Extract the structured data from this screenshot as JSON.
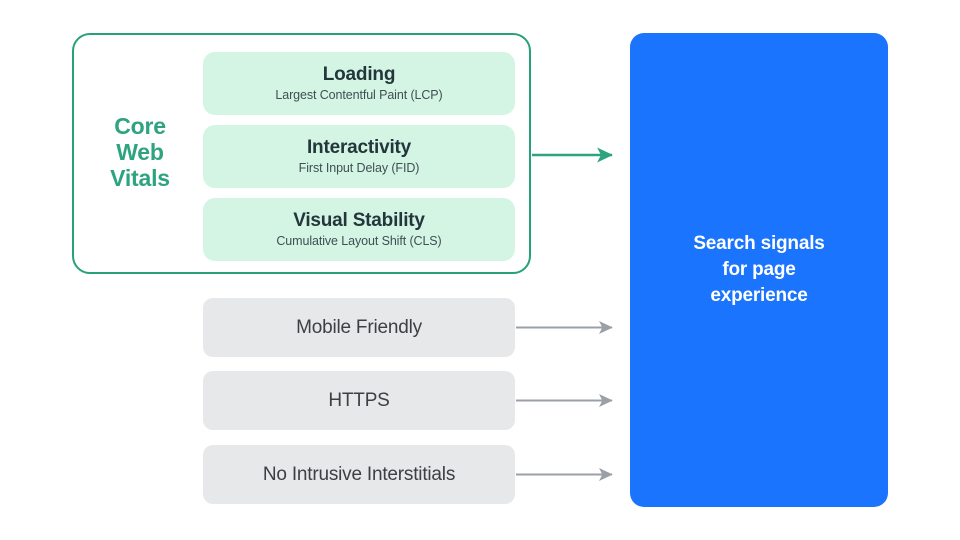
{
  "diagram": {
    "title": "Search signals for page experience",
    "colors": {
      "green_accent": "#2ea37f",
      "green_border": "#27a07c",
      "green_pill_fill": "#d4f5e4",
      "gray_box_fill": "#e7e8ea",
      "gray_text": "#3c4043",
      "blue_panel": "#1a74fd",
      "blue_panel_text": "#ffffff",
      "gray_arrow": "#9aa0a6",
      "green_arrow": "#2ea37f",
      "background": "#ffffff"
    }
  },
  "core_web_vitals": {
    "group_label": "Core\nWeb\nVitals",
    "group_label_lines": [
      "Core",
      "Web",
      "Vitals"
    ],
    "metrics": [
      {
        "title": "Loading",
        "subtitle": "Largest Contentful Paint (LCP)"
      },
      {
        "title": "Interactivity",
        "subtitle": "First Input Delay (FID)"
      },
      {
        "title": "Visual Stability",
        "subtitle": "Cumulative Layout Shift (CLS)"
      }
    ]
  },
  "other_signals": [
    {
      "label": "Mobile Friendly"
    },
    {
      "label": "HTTPS"
    },
    {
      "label": "No Intrusive Interstitials"
    }
  ],
  "output_panel": {
    "label": "Search signals\nfor page\nexperience",
    "label_lines": [
      "Search signals",
      "for page",
      "experience"
    ]
  },
  "arrows": [
    {
      "name": "core-web-vitals-to-output",
      "color": "#2ea37f"
    },
    {
      "name": "mobile-friendly-to-output",
      "color": "#9aa0a6"
    },
    {
      "name": "https-to-output",
      "color": "#9aa0a6"
    },
    {
      "name": "no-intrusive-interstitials-to-output",
      "color": "#9aa0a6"
    }
  ]
}
